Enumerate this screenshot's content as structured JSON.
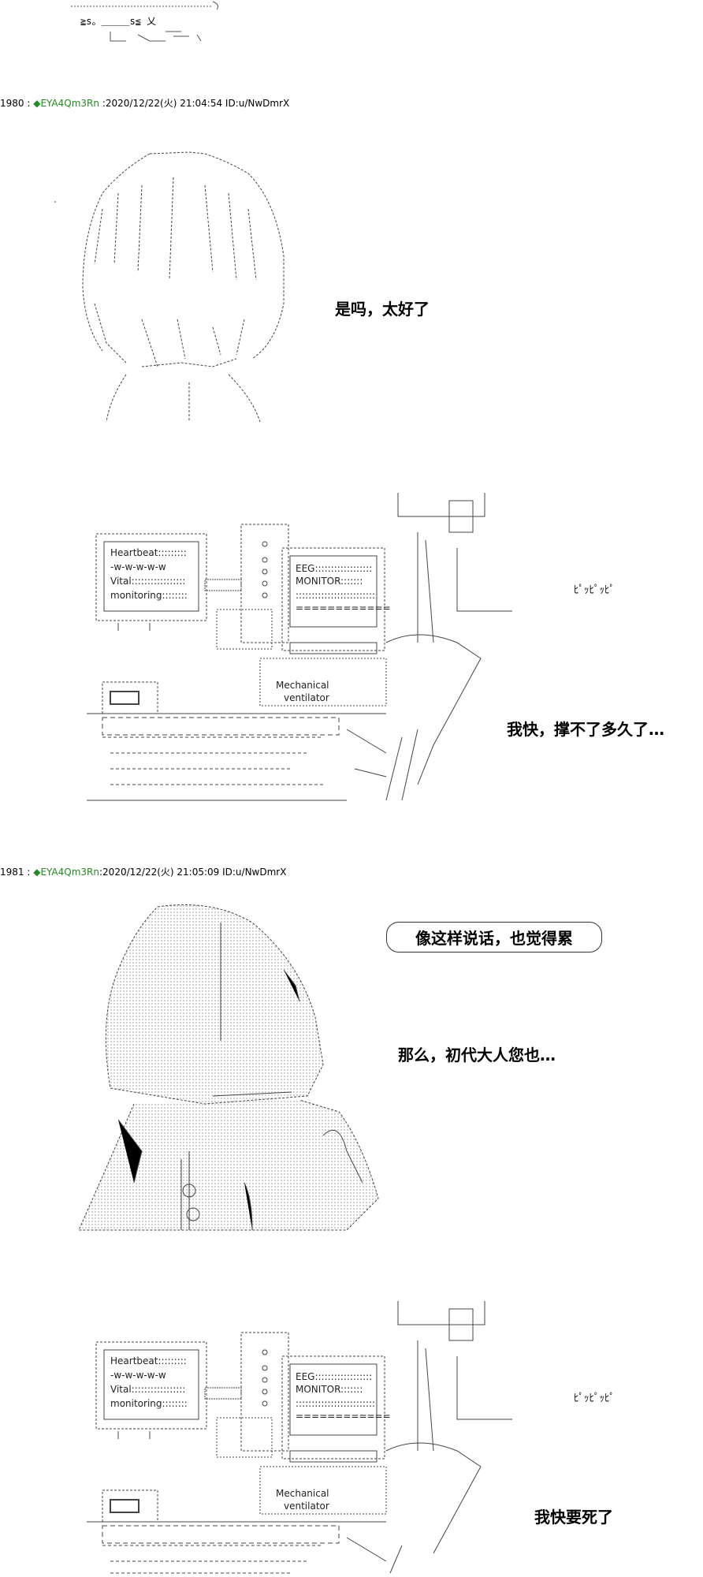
{
  "top_fragment": {
    "text": "≧s。＿＿＿s≦ 乂"
  },
  "posts": [
    {
      "number": "1980",
      "separator": " : ",
      "trip_diamond": "◆",
      "trip": "EYA4Qm3Rn",
      "meta": " :2020/12/22(火) 21:04:54 ID:u/NwDmrX",
      "lines": [
        "是吗，太好了",
        "我快，撑不了多久了…"
      ],
      "sfx": "ﾋﾟｯﾋﾟｯﾋﾟ",
      "monitor": {
        "left": [
          "Heartbeat:::::::::",
          "-w-w-w-w-w",
          "Vital:::::::::::::::::",
          "monitoring::::::::"
        ],
        "eeg": [
          "EEG::::::::::::::::::",
          "MONITOR:::::::",
          ":::::::::::::::::::::::::",
          "============"
        ],
        "ventilator": [
          "Mechanical",
          "ventilator"
        ]
      }
    },
    {
      "number": "1981",
      "separator": " : ",
      "trip_diamond": "◆",
      "trip": "EYA4Qm3Rn",
      "meta": ":2020/12/22(火) 21:05:09 ID:u/NwDmrX",
      "bubble": "像这样说话，也觉得累",
      "lines": [
        "那么，初代大人您也…",
        "我快要死了"
      ],
      "sfx": "ﾋﾟｯﾋﾟｯﾋﾟ",
      "monitor": {
        "left": [
          "Heartbeat:::::::::",
          "-w-w-w-w-w",
          "Vital:::::::::::::::::",
          "monitoring::::::::"
        ],
        "eeg": [
          "EEG::::::::::::::::::",
          "MONITOR:::::::",
          ":::::::::::::::::::::::::",
          "============"
        ],
        "ventilator": [
          "Mechanical",
          "ventilator"
        ]
      }
    }
  ]
}
